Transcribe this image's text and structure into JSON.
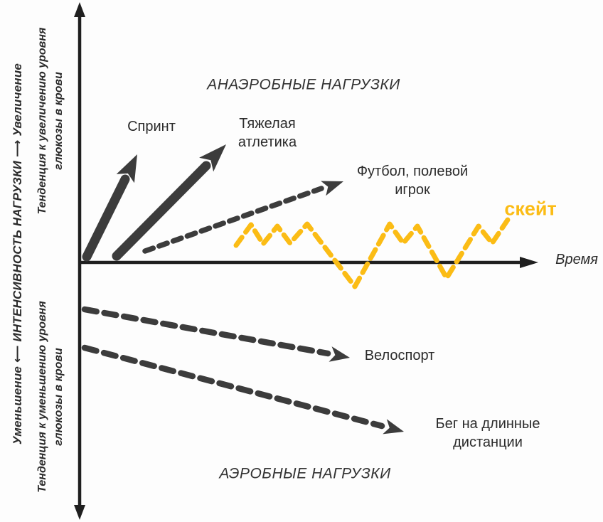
{
  "colors": {
    "background": "#fdfdfd",
    "axis": "#1f1f1f",
    "arrow_dark": "#3c3c3c",
    "text_dark": "#2e2e2e",
    "accent_yellow": "#fbbc15"
  },
  "y_axis": {
    "outer_label": "Уменьшение ⟵ ИНТЕНСИВНОСТЬ НАГРУЗКИ ⟶ Увеличение",
    "increase_note": [
      "Тенденция к увеличению уровня",
      "глюкозы в крови"
    ],
    "decrease_note": [
      "Тенденция к уменьшению уровня",
      "глюкозы в крови"
    ]
  },
  "x_axis": {
    "label": "Время"
  },
  "zones": {
    "anaerobic": "АНАЭРОБНЫЕ НАГРУЗКИ",
    "aerobic": "АЭРОБНЫЕ НАГРУЗКИ"
  },
  "activities": {
    "sprint": "Спринт",
    "weightlifting": [
      "Тяжелая",
      "атлетика"
    ],
    "football": [
      "Футбол, полевой",
      "игрок"
    ],
    "skate": "скейт",
    "cycling": "Велоспорт",
    "running": [
      "Бег на длинные",
      "дистанции"
    ]
  }
}
